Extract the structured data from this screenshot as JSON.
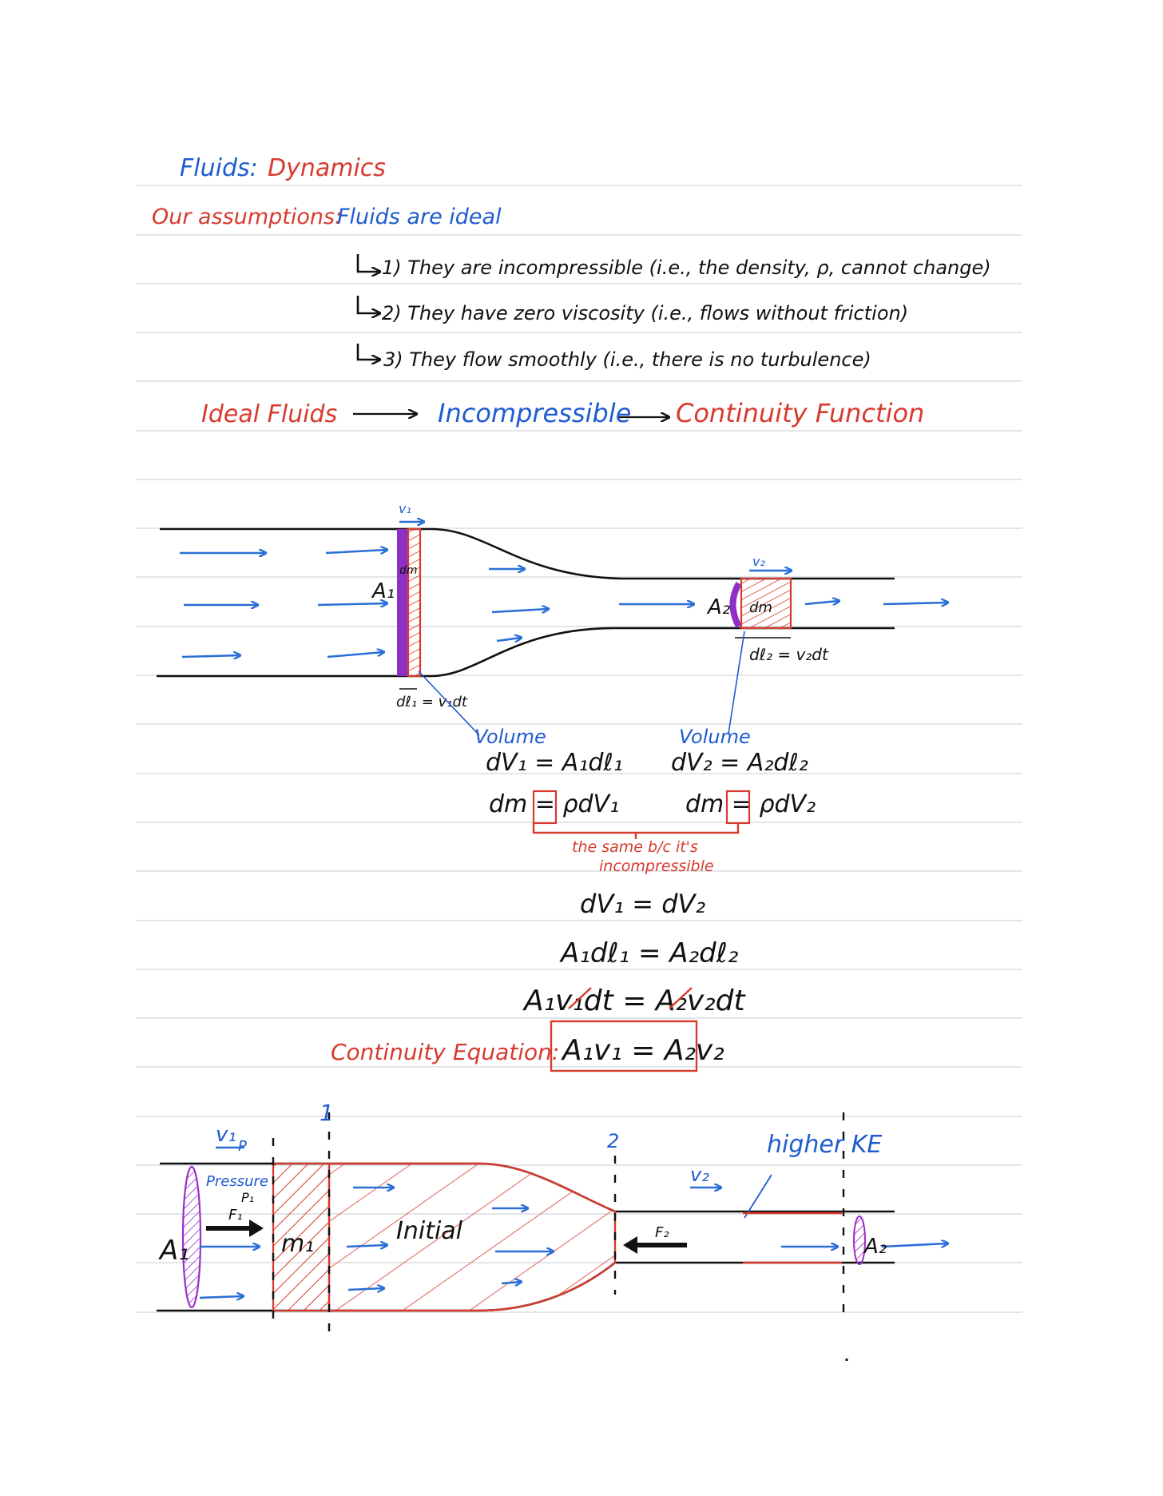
{
  "title": {
    "part1": "Fluids:",
    "part2": "Dynamics"
  },
  "assumptions": {
    "label": "Our assumptions:",
    "text": "Fluids are ideal",
    "items": [
      "1) They are incompressible (i.e., the density, ρ, cannot change)",
      "2) They have zero viscosity (i.e., flows without friction)",
      "3) They flow smoothly (i.e., there is no turbulence)"
    ]
  },
  "chain": {
    "a": "Ideal Fluids",
    "b": "Incompressible",
    "c": "Continuity Function"
  },
  "diagram1": {
    "v1": "v₁",
    "v2": "v₂",
    "a1": "A₁",
    "a2": "A₂",
    "dm": "dm",
    "dl1": "dℓ₁ = v₁dt",
    "dl2": "dℓ₂ = v₂dt",
    "volume": "Volume"
  },
  "equations": {
    "dv1": "dV₁ = A₁dℓ₁",
    "dv2": "dV₂ = A₂dℓ₂",
    "dm1": "dm = ρdV₁",
    "dm2": "dm = ρdV₂",
    "note_line1": "the same b/c it's",
    "note_line2": "incompressible",
    "step1": "dV₁ = dV₂",
    "step2": "A₁dℓ₁ = A₂dℓ₂",
    "step3": "A₁v₁dt = A₂v₂dt",
    "continuity_label": "Continuity Equation:",
    "continuity": "A₁v₁ = A₂v₂"
  },
  "diagram2": {
    "label1": "1",
    "label2": "2",
    "v1": "v₁",
    "p": "P",
    "v2": "v₂",
    "higher_ke": "higher KE",
    "pressure": "Pressure",
    "p1": "P₁",
    "f1": "F₁",
    "f2": "F₂",
    "a1": "A₁",
    "a2": "A₂",
    "m1": "m₁",
    "initial": "Initial"
  }
}
